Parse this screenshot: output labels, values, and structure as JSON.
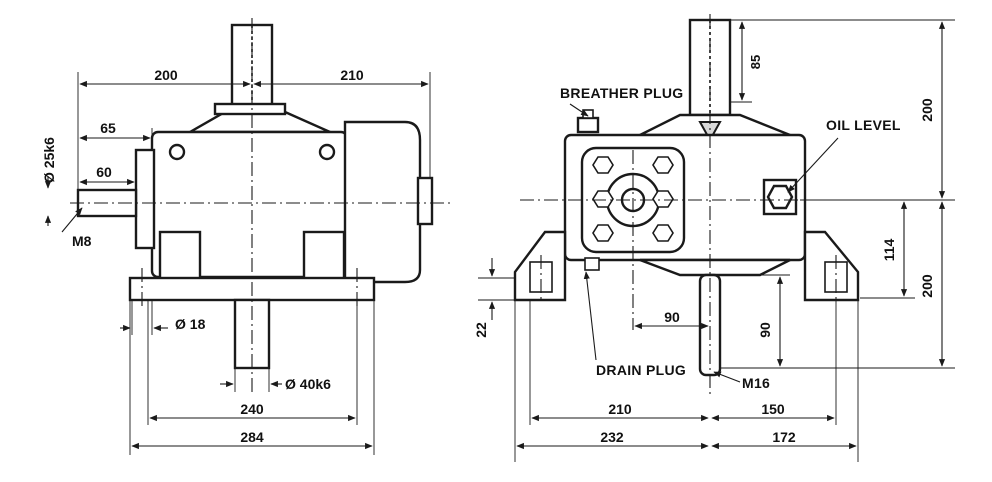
{
  "front_view": {
    "dims": {
      "left_to_center": "200",
      "center_to_right": "210",
      "shaft_extension": "65",
      "shaft_length": "60",
      "input_shaft_diameter": "Ø 25k6",
      "input_shaft_thread": "M8",
      "mounting_hole": "Ø 18",
      "output_shaft_diameter": "Ø 40k6",
      "base_hole_centers": "240",
      "base_width": "284"
    }
  },
  "side_view": {
    "callouts": {
      "breather_plug": "BREATHER PLUG",
      "oil_level": "OIL LEVEL",
      "drain_plug": "DRAIN PLUG",
      "output_thread": "M16"
    },
    "dims": {
      "top_shaft_length": "85",
      "top_height": "200",
      "center_height": "114",
      "bottom_height": "200",
      "base_thickness": "22",
      "offset_to_center": "90",
      "shaft_projection": "90",
      "left_hole_to_center": "210",
      "center_to_right_hole": "150",
      "left_edge_to_center": "232",
      "center_to_right_edge": "172"
    }
  }
}
